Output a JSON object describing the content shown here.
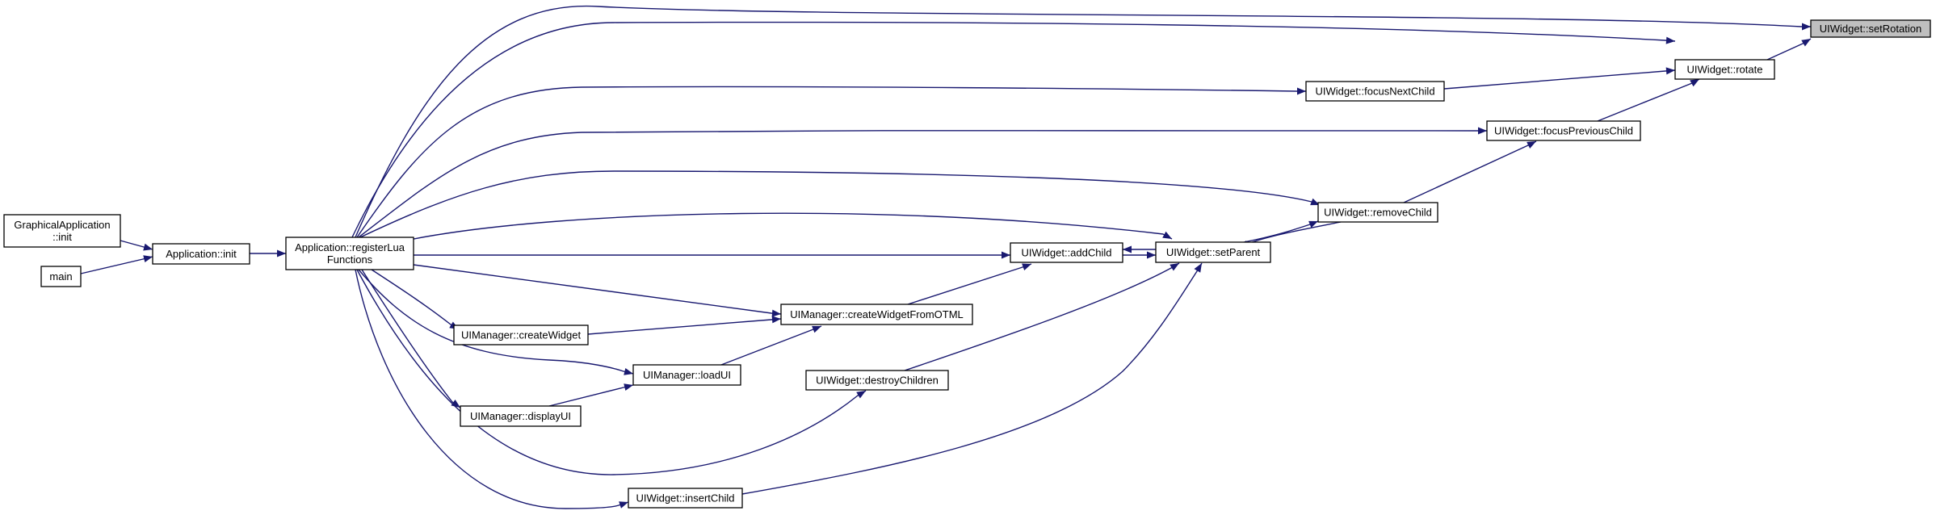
{
  "diagram": {
    "type": "call-graph",
    "colors": {
      "edge": "#191970",
      "focus_fill": "#bfbfbf",
      "node_fill": "#ffffff",
      "node_border": "#000000"
    },
    "nodes": [
      {
        "id": "set-rotation",
        "lines": [
          "UIWidget::setRotation"
        ],
        "focus": true
      },
      {
        "id": "rotate",
        "lines": [
          "UIWidget::rotate"
        ]
      },
      {
        "id": "focus-next-child",
        "lines": [
          "UIWidget::focusNextChild"
        ]
      },
      {
        "id": "focus-previous-child",
        "lines": [
          "UIWidget::focusPreviousChild"
        ]
      },
      {
        "id": "remove-child",
        "lines": [
          "UIWidget::removeChild"
        ]
      },
      {
        "id": "set-parent",
        "lines": [
          "UIWidget::setParent"
        ]
      },
      {
        "id": "add-child",
        "lines": [
          "UIWidget::addChild"
        ]
      },
      {
        "id": "register-lua-functions",
        "lines": [
          "Application::registerLua",
          "Functions"
        ]
      },
      {
        "id": "application-init",
        "lines": [
          "Application::init"
        ]
      },
      {
        "id": "graphical-application-init",
        "lines": [
          "GraphicalApplication",
          "::init"
        ]
      },
      {
        "id": "main",
        "lines": [
          "main"
        ]
      },
      {
        "id": "create-widget-from-otml",
        "lines": [
          "UIManager::createWidgetFromOTML"
        ]
      },
      {
        "id": "create-widget",
        "lines": [
          "UIManager::createWidget"
        ]
      },
      {
        "id": "load-ui",
        "lines": [
          "UIManager::loadUI"
        ]
      },
      {
        "id": "display-ui",
        "lines": [
          "UIManager::displayUI"
        ]
      },
      {
        "id": "destroy-children",
        "lines": [
          "UIWidget::destroyChildren"
        ]
      },
      {
        "id": "insert-child",
        "lines": [
          "UIWidget::insertChild"
        ]
      }
    ],
    "edges": [
      {
        "from": "rotate",
        "to": "set-rotation"
      },
      {
        "from": "register-lua-functions",
        "to": "set-rotation"
      },
      {
        "from": "register-lua-functions",
        "to": "rotate"
      },
      {
        "from": "focus-next-child",
        "to": "rotate"
      },
      {
        "from": "focus-previous-child",
        "to": "rotate"
      },
      {
        "from": "register-lua-functions",
        "to": "focus-next-child"
      },
      {
        "from": "register-lua-functions",
        "to": "focus-previous-child"
      },
      {
        "from": "remove-child",
        "to": "focus-previous-child"
      },
      {
        "from": "register-lua-functions",
        "to": "remove-child"
      },
      {
        "from": "set-parent",
        "to": "remove-child"
      },
      {
        "from": "remove-child",
        "to": "set-parent"
      },
      {
        "from": "register-lua-functions",
        "to": "set-parent"
      },
      {
        "from": "add-child",
        "to": "set-parent"
      },
      {
        "from": "set-parent",
        "to": "add-child"
      },
      {
        "from": "register-lua-functions",
        "to": "add-child"
      },
      {
        "from": "create-widget-from-otml",
        "to": "add-child"
      },
      {
        "from": "destroy-children",
        "to": "set-parent"
      },
      {
        "from": "insert-child",
        "to": "set-parent"
      },
      {
        "from": "register-lua-functions",
        "to": "create-widget-from-otml"
      },
      {
        "from": "create-widget",
        "to": "create-widget-from-otml"
      },
      {
        "from": "load-ui",
        "to": "create-widget-from-otml"
      },
      {
        "from": "register-lua-functions",
        "to": "create-widget"
      },
      {
        "from": "register-lua-functions",
        "to": "load-ui"
      },
      {
        "from": "display-ui",
        "to": "load-ui"
      },
      {
        "from": "register-lua-functions",
        "to": "display-ui"
      },
      {
        "from": "register-lua-functions",
        "to": "destroy-children"
      },
      {
        "from": "register-lua-functions",
        "to": "insert-child"
      },
      {
        "from": "application-init",
        "to": "register-lua-functions"
      },
      {
        "from": "graphical-application-init",
        "to": "application-init"
      },
      {
        "from": "main",
        "to": "application-init"
      }
    ]
  }
}
